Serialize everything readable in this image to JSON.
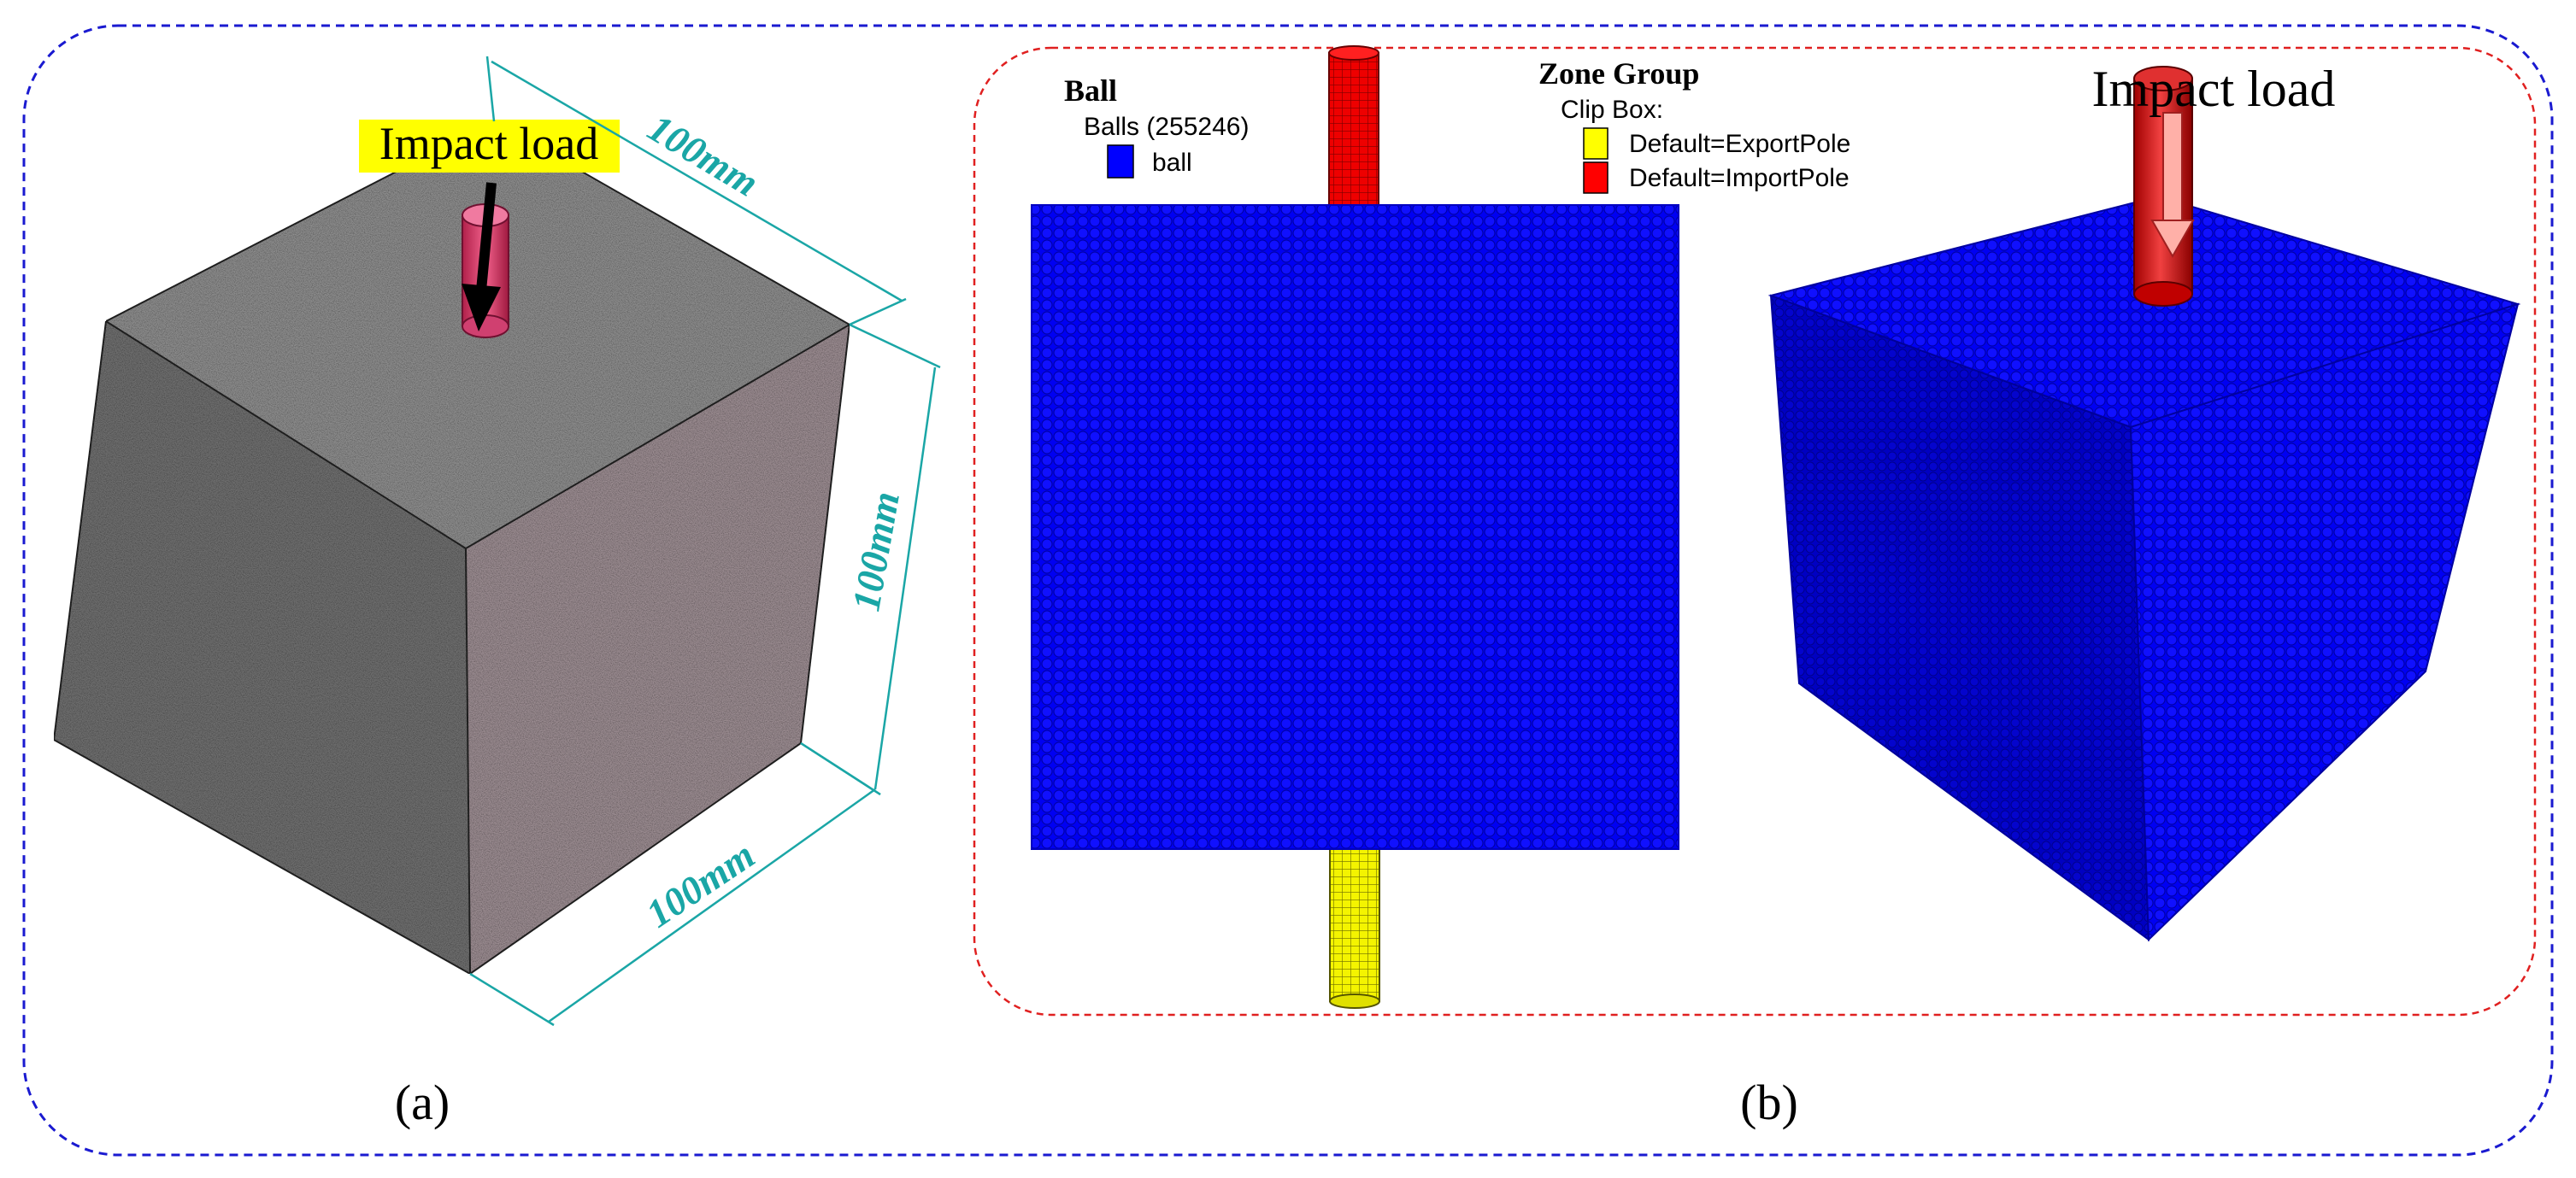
{
  "panel_a": {
    "label": "(a)",
    "impact_label": "Impact load",
    "dim_top": "100mm",
    "dim_right": "100mm",
    "dim_bottom": "100mm"
  },
  "panel_b": {
    "label": "(b)",
    "impact_label": "Impact load",
    "legend_ball": {
      "title": "Ball",
      "subtitle": "Balls (255246)",
      "item": "ball",
      "item_color": "#0000ff"
    },
    "legend_zone": {
      "title": "Zone Group",
      "subtitle": "Clip Box:",
      "items": [
        {
          "label": "Default=ExportPole",
          "color": "#ffff00"
        },
        {
          "label": "Default=ImportPole",
          "color": "#ff0000"
        }
      ]
    }
  },
  "colors": {
    "outer_border": "#1a1ad0",
    "inner_border": "#e02020",
    "dimension": "#1aa6a6",
    "ball_blue": "#0000ff",
    "highlight": "#ffff00"
  }
}
